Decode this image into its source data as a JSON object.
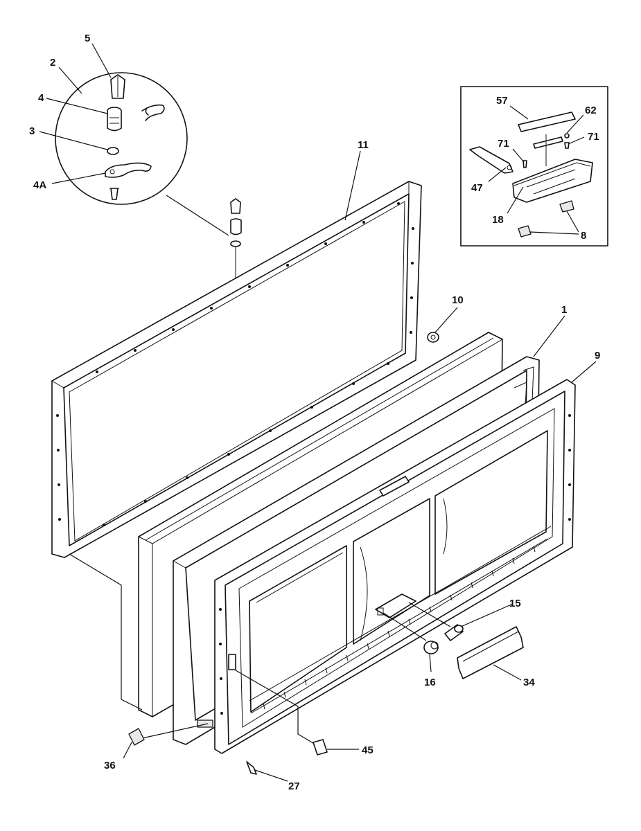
{
  "diagram": {
    "labels": {
      "p5": "5",
      "p2": "2",
      "p4": "4",
      "p3": "3",
      "p4a": "4A",
      "p11": "11",
      "p10": "10",
      "p1": "1",
      "p9": "9",
      "p57": "57",
      "p62": "62",
      "p71a": "71",
      "p71b": "71",
      "p47": "47",
      "p18": "18",
      "p8": "8",
      "p15": "15",
      "p16": "16",
      "p34": "34",
      "p36": "36",
      "p45": "45",
      "p27": "27"
    }
  }
}
